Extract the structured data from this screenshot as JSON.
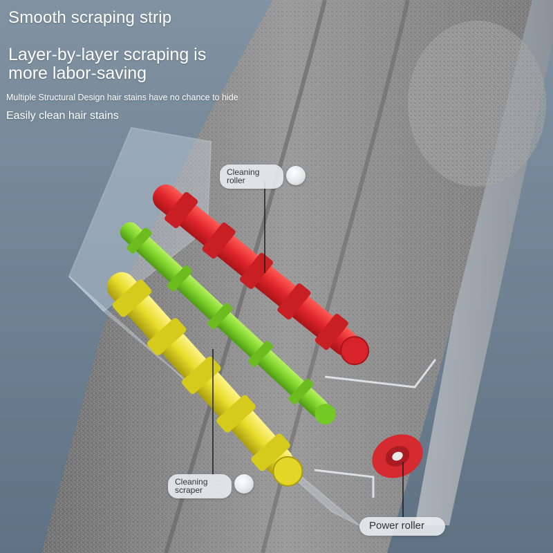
{
  "texts": {
    "title": "Smooth scraping strip",
    "subtitle": "Layer-by-layer scraping is more labor-saving",
    "description": "Multiple Structural Design hair stains have no chance to hide",
    "description2": "Easily clean hair stains"
  },
  "labels": {
    "cleaning_roller": "Cleaning roller",
    "cleaning_scraper": "Cleaning scraper",
    "power_roller": "Power roller"
  },
  "colors": {
    "background": "#6e8091",
    "mop_fabric": "#8a8a8a",
    "red_roller": "#e0262b",
    "green_roller": "#7ed32a",
    "yellow_roller": "#e8dc2a",
    "power_roller": "#d42a30"
  }
}
